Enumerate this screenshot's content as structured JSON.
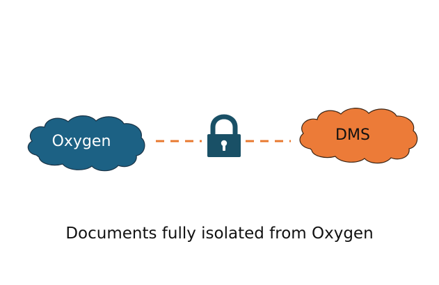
{
  "nodes": {
    "left": {
      "label": "Oxygen",
      "fill": "#1c6184",
      "text_color": "#ffffff"
    },
    "right": {
      "label": "DMS",
      "fill": "#ec7b38",
      "text_color": "#111111"
    }
  },
  "connector": {
    "color": "#e8792f",
    "style": "dashed"
  },
  "lock": {
    "icon": "padlock-icon",
    "color": "#195066"
  },
  "caption": "Documents fully isolated from Oxygen"
}
